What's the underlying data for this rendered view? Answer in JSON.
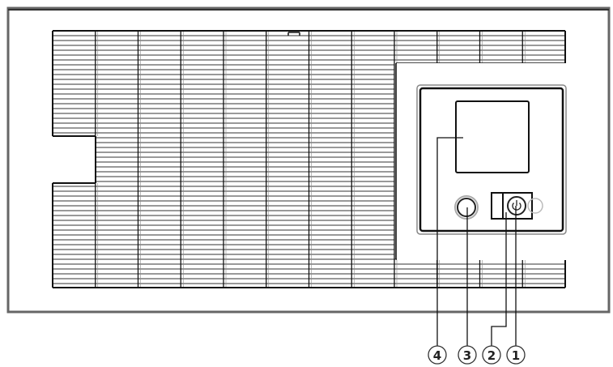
{
  "callouts": [
    {
      "number": "4",
      "target": "lcd-display"
    },
    {
      "number": "3",
      "target": "round-button"
    },
    {
      "number": "2",
      "target": "switch-cover"
    },
    {
      "number": "1",
      "target": "power-button"
    }
  ],
  "colors": {
    "line": "#1a1a1a",
    "frame": "#555555",
    "background": "#ffffff"
  }
}
